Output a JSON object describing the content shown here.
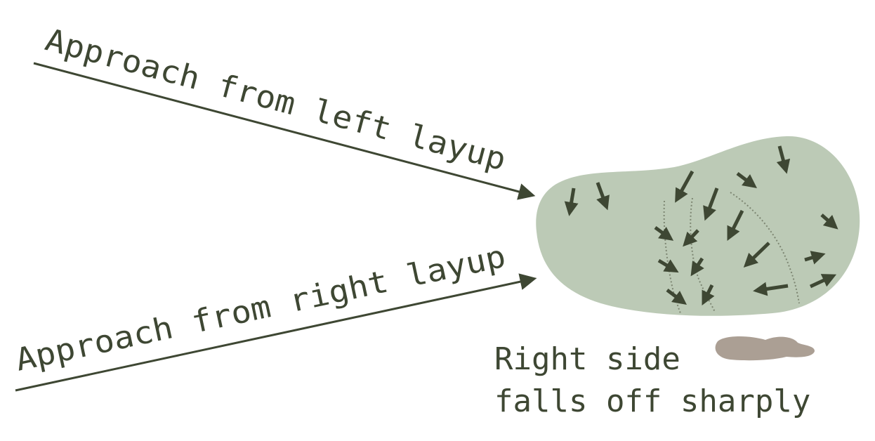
{
  "labels": {
    "left_layup": "Approach from left layup",
    "right_layup": "Approach from right layup",
    "note_line1": "Right side",
    "note_line2": "falls off sharply"
  },
  "colors": {
    "ink": "#3e4733",
    "green": "#bccab6",
    "bunker": "#ab9f94",
    "contour": "#7d8672"
  },
  "icons": {
    "slope_arrows": "arrow-icon",
    "bunker": "bunker-shape"
  }
}
